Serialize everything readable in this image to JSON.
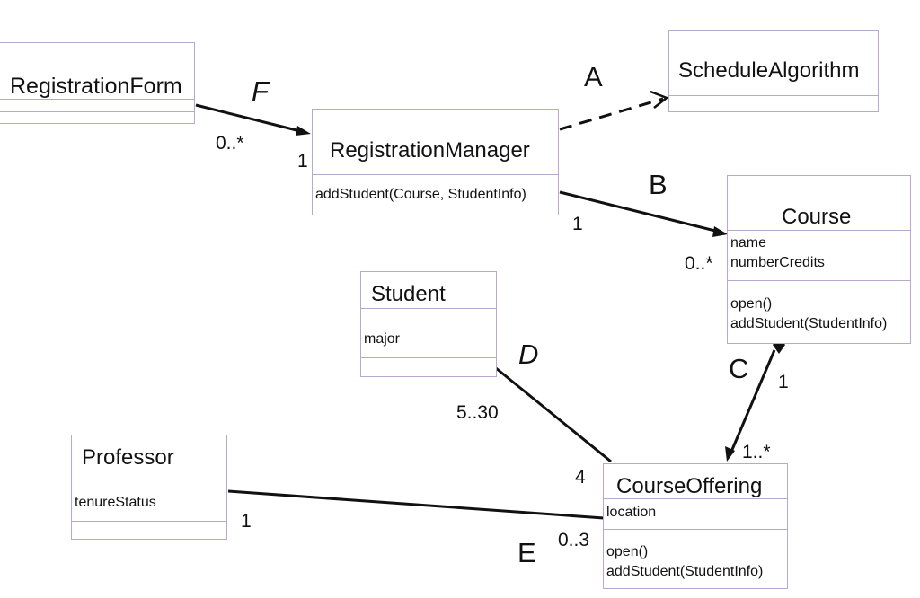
{
  "classes": {
    "registration_form": {
      "name": "RegistrationForm"
    },
    "schedule_algorithm": {
      "name": "ScheduleAlgorithm"
    },
    "registration_manager": {
      "name": "RegistrationManager",
      "operations": [
        "addStudent(Course, StudentInfo)"
      ]
    },
    "course": {
      "name": "Course",
      "attributes": [
        "name",
        "numberCredits"
      ],
      "operations": [
        "open()",
        "addStudent(StudentInfo)"
      ]
    },
    "student": {
      "name": "Student",
      "attributes": [
        "major"
      ]
    },
    "professor": {
      "name": "Professor",
      "attributes": [
        "tenureStatus"
      ]
    },
    "course_offering": {
      "name": "CourseOffering",
      "attributes": [
        "location"
      ],
      "operations": [
        "open()",
        "addStudent(StudentInfo)"
      ]
    }
  },
  "associations": {
    "a": {
      "label": "A"
    },
    "b": {
      "label": "B",
      "mult_manager": "1",
      "mult_course": "0..*"
    },
    "c": {
      "label": "C",
      "mult_course": "1",
      "mult_offering": "1..*"
    },
    "d": {
      "label": "D",
      "mult_student": "5..30",
      "mult_offering": "4"
    },
    "e": {
      "label": "E",
      "mult_professor": "1",
      "mult_offering": "0..3"
    },
    "f": {
      "label": "F",
      "mult_form": "0..*",
      "mult_manager": "1"
    }
  },
  "colors": {
    "border": "#b8a8cc",
    "line": "#111111"
  }
}
